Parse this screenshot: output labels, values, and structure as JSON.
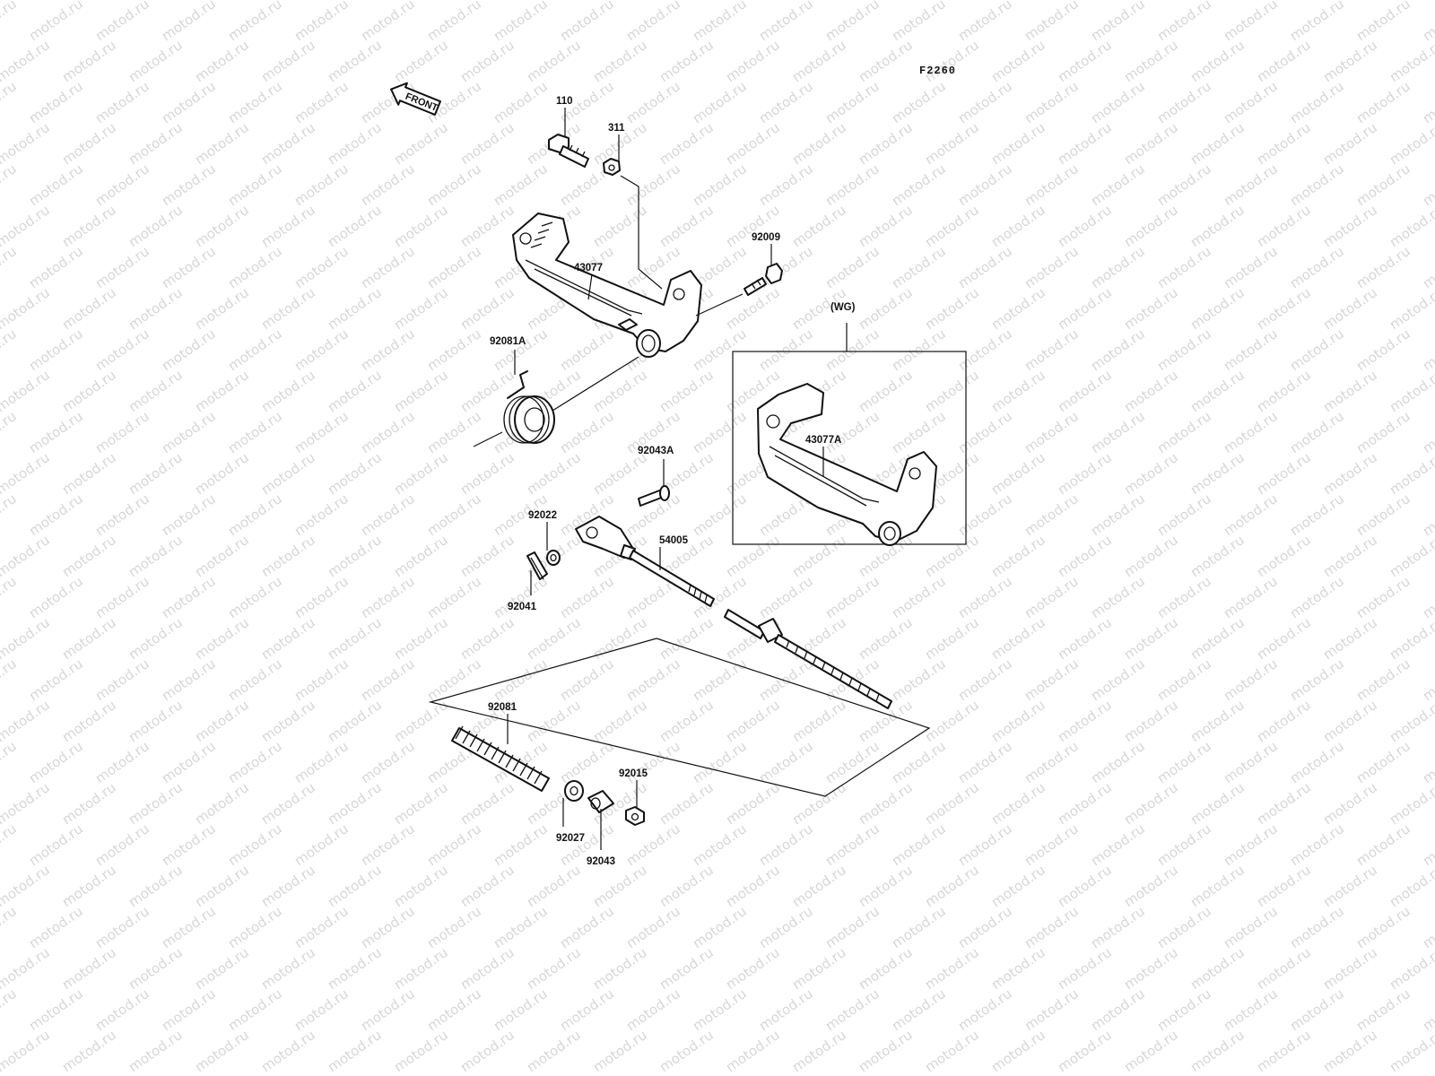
{
  "figure_code": "F2260",
  "direction_arrow": "FRONT",
  "variant_label": "(WG)",
  "watermark_text": "motod.ru",
  "part_numbers": {
    "bolt": "110",
    "nut": "311",
    "bolt_pedal": "92009",
    "pedal": "43077",
    "pedal_wg": "43077A",
    "torsion_spring": "92081A",
    "pin": "92043A",
    "washer_small": "92022",
    "cotter_pin": "92041",
    "brake_rod": "54005",
    "spring": "92081",
    "washer": "92027",
    "joint_pin": "92043",
    "adjust_nut": "92015"
  }
}
